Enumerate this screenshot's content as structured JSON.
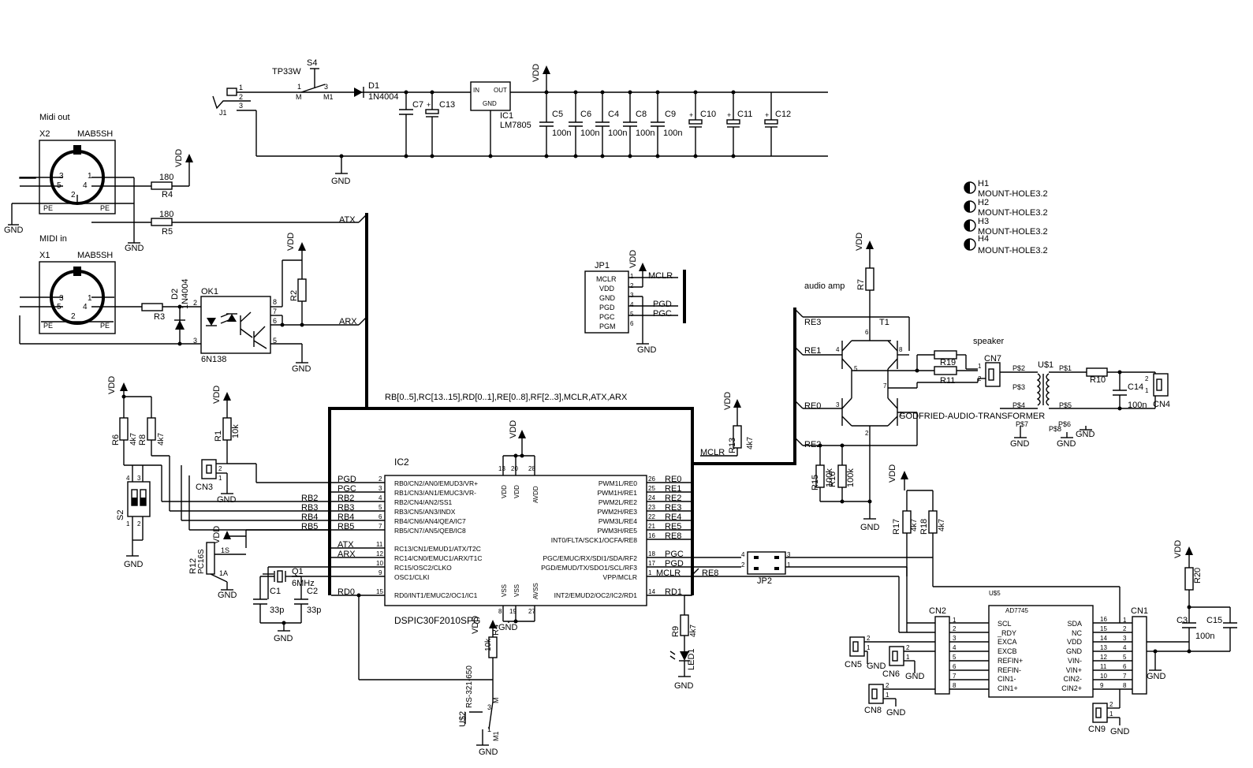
{
  "labels": {
    "vdd": "VDD",
    "gnd": "GND",
    "tp33w": "TP33W",
    "s4": "S4",
    "m": "M",
    "m1": "M1",
    "d1": "D1",
    "d1_val": "1N4004",
    "ic1_in": "IN",
    "ic1_out": "OUT",
    "ic1_gnd": "GND",
    "ic1": "IC1",
    "ic1_val": "LM7805",
    "j1": "J1",
    "c7": "C7",
    "c13": "C13",
    "c5": "C5",
    "c6": "C6",
    "c4": "C4",
    "c8": "C8",
    "c9": "C9",
    "c10": "C10",
    "c11": "C11",
    "c12": "C12",
    "v100n": "100n",
    "midi_out": "Midi out",
    "midi_in": "MIDI in",
    "x2": "X2",
    "x1": "X1",
    "mab5sh": "MAB5SH",
    "pe": "PE",
    "r4": "R4",
    "r5": "R5",
    "v180": "180",
    "r3": "R3",
    "d2": "D2",
    "d2_val": "1N4004",
    "ok1": "OK1",
    "ok1_val": "6N138",
    "r2": "R2",
    "atx": "ATX",
    "arx": "ARX",
    "jp1": "JP1",
    "jp1_pins": [
      "MCLR",
      "VDD",
      "GND",
      "PGD",
      "PGC",
      "PGM"
    ],
    "mclr": "MCLR",
    "pgd": "PGD",
    "pgc": "PGC",
    "mount": [
      {
        "ref": "H1",
        "val": "MOUNT-HOLE3.2"
      },
      {
        "ref": "H2",
        "val": "MOUNT-HOLE3.2"
      },
      {
        "ref": "H3",
        "val": "MOUNT-HOLE3.2"
      },
      {
        "ref": "H4",
        "val": "MOUNT-HOLE3.2"
      }
    ],
    "bus": "RB[0..5],RC[13..15],RD[0..1],RE[0..8],RF[2..3],MCLR,ATX,ARX",
    "ic2": "IC2",
    "ic2_val": "DSPIC30F2010SPG",
    "ic2_left": [
      "RB0/CN2/AN0/EMUD3/VR+",
      "RB1/CN3/AN1/EMUC3/VR-",
      "RB2/CN4/AN2/SS1",
      "RB3/CN5/AN3/INDX",
      "RB4/CN6/AN4/QEA/IC7",
      "RB5/CN7/AN5/QEB/IC8",
      "RC13/CN1/EMUD1/ATX/T2C",
      "RC14/CN0/EMUC1/ARX/T1C",
      "RC15/OSC2/CLKO",
      "OSC1/CLKI",
      "RD0/INT1/EMUC2/OC1/IC1"
    ],
    "ic2_right": [
      "PWM1L/RE0",
      "PWM1H/RE1",
      "PWM2L/RE2",
      "PWM2H/RE3",
      "PWM3L/RE4",
      "PWM3H/RE5",
      "INT0/FLTA/SCK1/OCFA/RE8",
      "PGC/EMUC/RX/SDI1/SDA/RF2",
      "PGD/EMUD/TX/SDO1/SCL/RF3",
      "VPP/MCLR",
      "INT2/EMUD2/OC2/IC2/RD1"
    ],
    "ic2_lnum": [
      "2",
      "3",
      "4",
      "5",
      "6",
      "7",
      "11",
      "12",
      "10",
      "9",
      "15"
    ],
    "ic2_rnum": [
      "26",
      "25",
      "24",
      "23",
      "22",
      "21",
      "16",
      "18",
      "17",
      "1",
      "14"
    ],
    "left_nets": [
      "PGD",
      "PGC",
      "RB2",
      "RB3",
      "RB4",
      "RB5",
      "ATX",
      "ARX",
      "",
      "",
      "RD0"
    ],
    "right_nets": [
      "RE0",
      "RE1",
      "RE2",
      "RE3",
      "RE4",
      "RE5",
      "RE8",
      "PGC",
      "PGD",
      "MCLR",
      "RD1"
    ],
    "vss": "VSS",
    "avdd": "AVDD",
    "avss": "AVSS",
    "r1": "R1",
    "r1_val": "10k",
    "cn3": "CN3",
    "r6": "R6",
    "r8": "R8",
    "v4k7": "4k7",
    "s2": "S2",
    "rb2": "RB2",
    "rb3": "RB3",
    "rb4": "RB4",
    "rb5": "RB5",
    "r12": "R12",
    "r12_val": "PC16S",
    "q1": "Q1",
    "q1_val": "6MHz",
    "c1": "C1",
    "c2": "C2",
    "v33p": "33p",
    "r13": "R13",
    "rd0": "RD0",
    "rd1": "RD1",
    "r9": "R9",
    "led1": "LED1",
    "r4b": "R4",
    "r4b_val": "10k",
    "us2": "U$2",
    "us2_val": "RS-321-650",
    "audio_amp": "audio amp",
    "r7": "R7",
    "t1": "T1",
    "re3": "RE3",
    "re1": "RE1",
    "re0": "RE0",
    "re2": "RE2",
    "re8": "RE8",
    "r15": "R15",
    "r16": "R16",
    "v100k": "100k",
    "speaker": "speaker",
    "r19": "R19",
    "r11": "R11",
    "cn7": "CN7",
    "us1": "U$1",
    "us1_val": "GODFRIED-AUDIO-TRANSFORMER",
    "ps": [
      "P$2",
      "P$3",
      "P$4",
      "P$1",
      "P$5",
      "P$7",
      "P$8",
      "P$6"
    ],
    "r10": "R10",
    "c14": "C14",
    "cn4": "CN4",
    "jp2": "JP2",
    "r17": "R17",
    "r18": "R18",
    "r20": "R20",
    "c3": "C3",
    "c15": "C15",
    "us5": "U$5",
    "ad_val": "AD7745",
    "ad_left": [
      "SCL",
      "_RDY",
      "EXCA",
      "EXCB",
      "REFIN+",
      "REFIN-",
      "CIN1-",
      "CIN1+"
    ],
    "ad_right": [
      "SDA",
      "NC",
      "VDD",
      "GND",
      "VIN-",
      "VIN+",
      "CIN2-",
      "CIN2+"
    ],
    "ad_rnum": [
      "16",
      "15",
      "14",
      "13",
      "12",
      "11",
      "10",
      "9"
    ],
    "cn2": "CN2",
    "cn1": "CN1",
    "cn5": "CN5",
    "cn6": "CN6",
    "cn8": "CN8",
    "cn9": "CN9"
  }
}
